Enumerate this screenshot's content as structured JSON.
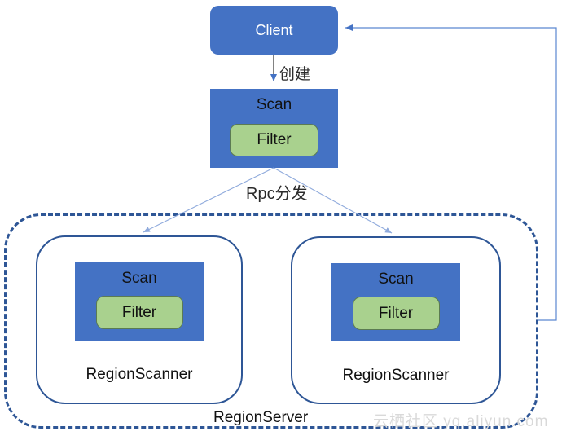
{
  "palette": {
    "box_blue": "#4472C4",
    "border_dark_blue": "#2E5696",
    "green_fill": "#A9D18E",
    "green_border": "#5B7B52",
    "connector_light_blue": "#8FAADC",
    "connector_blue": "#4472C4",
    "arrow_line_dark": "#4D4D4D",
    "watermark_gray": "#D9D9D9"
  },
  "client": {
    "label": "Client"
  },
  "top_scan": {
    "label": "Scan",
    "filter": {
      "label": "Filter"
    }
  },
  "edges": {
    "create_label": "创建",
    "rpc_label": "Rpc分发"
  },
  "region_server": {
    "label": "RegionServer",
    "scanners": [
      {
        "label": "RegionScanner",
        "scan": {
          "label": "Scan"
        },
        "filter": {
          "label": "Filter"
        }
      },
      {
        "label": "RegionScanner",
        "scan": {
          "label": "Scan"
        },
        "filter": {
          "label": "Filter"
        }
      }
    ]
  },
  "watermark": {
    "text": "云栖社区 yq.aliyun.com"
  }
}
